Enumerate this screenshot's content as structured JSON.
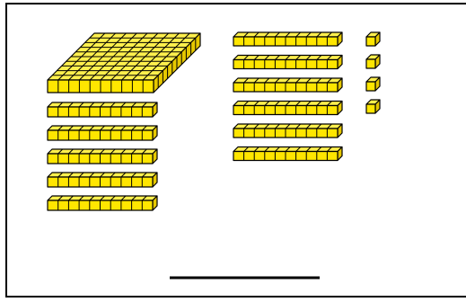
{
  "figure": {
    "block_color": "#FFE600",
    "block_top_color": "#FFF04D",
    "block_side_color": "#E6C800",
    "outline_color": "#000000",
    "frame_color": "#000000",
    "answer_line_color": "#000000"
  },
  "blocks": {
    "hundreds": 1,
    "tens": [
      {
        "group": "left",
        "count": 5
      },
      {
        "group": "middle",
        "count": 6
      }
    ],
    "ones": 4,
    "units_per_ten": 10,
    "units_per_hundred": 100
  },
  "answer_line": {
    "value": ""
  }
}
